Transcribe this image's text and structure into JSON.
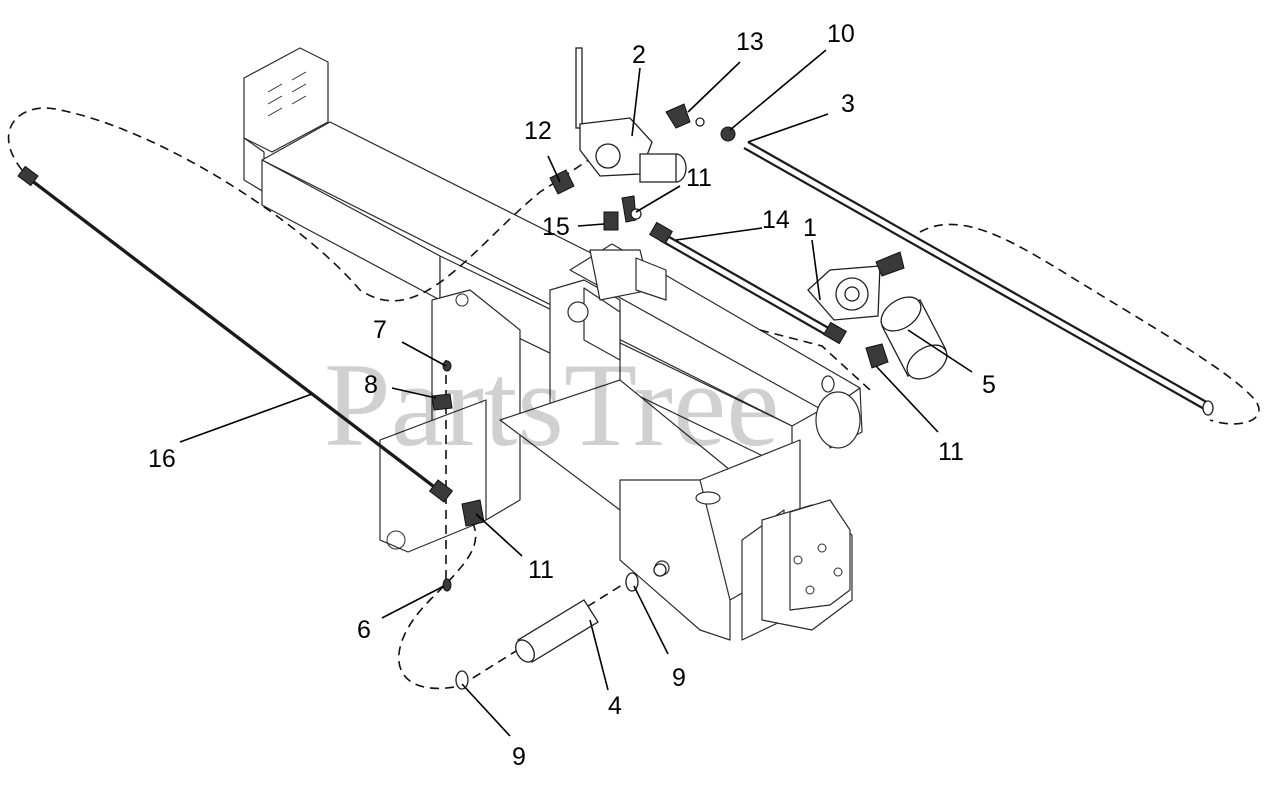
{
  "watermark": "PartsTree",
  "callouts": [
    {
      "id": "c1",
      "label": "1",
      "part": "hydraulic-pump"
    },
    {
      "id": "c2",
      "label": "2",
      "part": "control-valve"
    },
    {
      "id": "c3",
      "label": "3",
      "part": "hydraulic-hose"
    },
    {
      "id": "c4",
      "label": "4",
      "part": "hose-sleeve"
    },
    {
      "id": "c5",
      "label": "5",
      "part": "filter"
    },
    {
      "id": "c6",
      "label": "6",
      "part": "fitting"
    },
    {
      "id": "c7",
      "label": "7",
      "part": "fitting"
    },
    {
      "id": "c8",
      "label": "8",
      "part": "fitting"
    },
    {
      "id": "c9a",
      "label": "9",
      "part": "hose-clamp"
    },
    {
      "id": "c9b",
      "label": "9",
      "part": "hose-clamp"
    },
    {
      "id": "c10",
      "label": "10",
      "part": "fitting"
    },
    {
      "id": "c11a",
      "label": "11",
      "part": "elbow-fitting"
    },
    {
      "id": "c11b",
      "label": "11",
      "part": "elbow-fitting"
    },
    {
      "id": "c11c",
      "label": "11",
      "part": "elbow-fitting"
    },
    {
      "id": "c12",
      "label": "12",
      "part": "elbow-fitting"
    },
    {
      "id": "c13",
      "label": "13",
      "part": "elbow-fitting"
    },
    {
      "id": "c14",
      "label": "14",
      "part": "hydraulic-hose"
    },
    {
      "id": "c15",
      "label": "15",
      "part": "fitting"
    },
    {
      "id": "c16",
      "label": "16",
      "part": "hydraulic-hose"
    }
  ]
}
